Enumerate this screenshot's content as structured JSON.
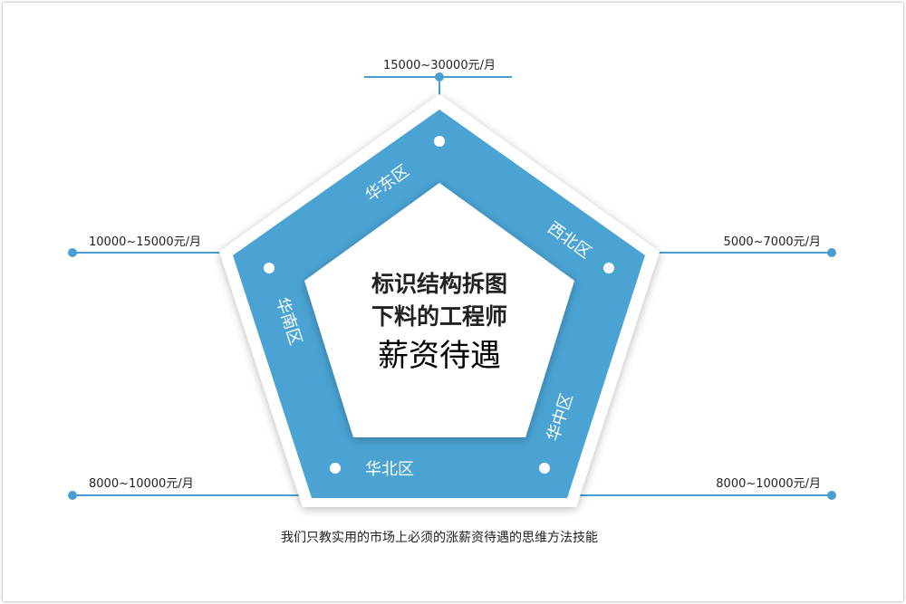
{
  "colors": {
    "accent": "#4aa3d3",
    "line": "#4a9fd0"
  },
  "title": {
    "line1": "标识结构拆图",
    "line2": "下料的工程师",
    "line3": "薪资待遇"
  },
  "regions": {
    "east": "华东区",
    "northwest": "西北区",
    "central": "华中区",
    "north": "华北区",
    "south": "华南区"
  },
  "salaries": {
    "east": "15000~30000元/月",
    "northwest": "5000~7000元/月",
    "central": "8000~10000元/月",
    "north": "8000~10000元/月",
    "south": "10000~15000元/月"
  },
  "caption": "我们只教实用的市场上必须的涨薪资待遇的思维方法技能"
}
